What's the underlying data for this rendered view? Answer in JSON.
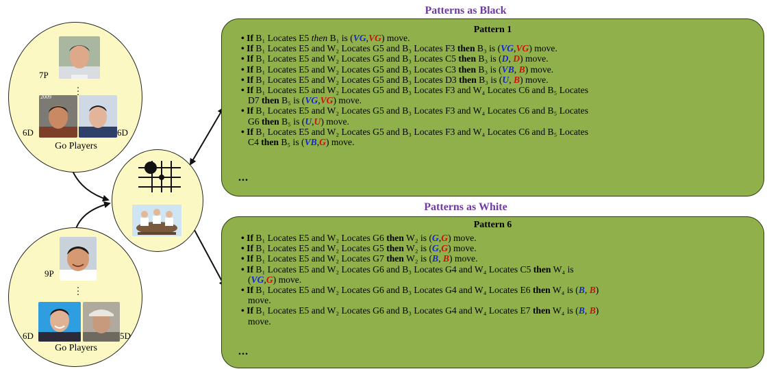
{
  "black": {
    "section_title": "Patterns as Black",
    "pattern_title": "Pattern 1",
    "ellipsis": "...",
    "rules": [
      {
        "lines": [
          [
            [
              "b",
              "•"
            ],
            [
              "k",
              " If"
            ],
            [
              "t",
              " B₁ Locates E5 "
            ],
            [
              "i",
              "then"
            ],
            [
              "t",
              " B₁ is ("
            ],
            [
              "bl",
              "VG"
            ],
            [
              "t",
              ","
            ],
            [
              "rd",
              "VG"
            ],
            [
              "t",
              ") move."
            ]
          ]
        ]
      },
      {
        "lines": [
          [
            [
              "b",
              "•"
            ],
            [
              "k",
              " If"
            ],
            [
              "t",
              " B₁ Locates E5 and W₂ Locates G5 and B₃ Locates F3 "
            ],
            [
              "k",
              "then"
            ],
            [
              "t",
              " B₃ is ("
            ],
            [
              "bl",
              "VG"
            ],
            [
              "t",
              ","
            ],
            [
              "rd",
              "VG"
            ],
            [
              "t",
              ") move."
            ]
          ]
        ]
      },
      {
        "lines": [
          [
            [
              "b",
              "•"
            ],
            [
              "k",
              " If"
            ],
            [
              "t",
              " B₁ Locates E5 and W₂ Locates G5 and B₃ Locates C5 "
            ],
            [
              "k",
              "then"
            ],
            [
              "t",
              " B₃ is ("
            ],
            [
              "bl",
              "D"
            ],
            [
              "t",
              ", "
            ],
            [
              "rd",
              "D"
            ],
            [
              "t",
              ") move."
            ]
          ]
        ]
      },
      {
        "lines": [
          [
            [
              "b",
              "•"
            ],
            [
              "k",
              " If"
            ],
            [
              "t",
              " B₁ Locates E5 and W₂ Locates G5 and B₃ Locates C3 "
            ],
            [
              "k",
              "then"
            ],
            [
              "t",
              " B₃ is ("
            ],
            [
              "bl",
              "VB"
            ],
            [
              "t",
              ", "
            ],
            [
              "rd",
              "B"
            ],
            [
              "t",
              ") move."
            ]
          ]
        ]
      },
      {
        "lines": [
          [
            [
              "b",
              "•"
            ],
            [
              "k",
              " If"
            ],
            [
              "t",
              " B₁ Locates E5 and W₂ Locates G5 and B₃ Locates D3 "
            ],
            [
              "k",
              "then"
            ],
            [
              "t",
              " B₃ is ("
            ],
            [
              "bl",
              "U"
            ],
            [
              "t",
              ", "
            ],
            [
              "rd",
              "B"
            ],
            [
              "t",
              ") move."
            ]
          ]
        ]
      },
      {
        "lines": [
          [
            [
              "b",
              "•"
            ],
            [
              "k",
              " If"
            ],
            [
              "t",
              " B₁ Locates E5 and W₂ Locates G5 and B₃ Locates F3 and W₄ Locates C6 and B₅ Locates"
            ]
          ],
          [
            [
              "t",
              "D7 "
            ],
            [
              "k",
              "then"
            ],
            [
              "t",
              " B₅ is ("
            ],
            [
              "bl",
              "VG"
            ],
            [
              "t",
              ","
            ],
            [
              "rd",
              "VG"
            ],
            [
              "t",
              ") move."
            ]
          ]
        ]
      },
      {
        "lines": [
          [
            [
              "b",
              "•"
            ],
            [
              "k",
              " If"
            ],
            [
              "t",
              " B₁ Locates E5 and W₂ Locates G5 and B₃ Locates F3 and W₄ Locates C6 and B₅ Locates"
            ]
          ],
          [
            [
              "t",
              "G6 "
            ],
            [
              "k",
              "then"
            ],
            [
              "t",
              " B₅ is ("
            ],
            [
              "bl",
              "U"
            ],
            [
              "t",
              ","
            ],
            [
              "rd",
              "U"
            ],
            [
              "t",
              ") move."
            ]
          ]
        ]
      },
      {
        "lines": [
          [
            [
              "b",
              "•"
            ],
            [
              "k",
              " If"
            ],
            [
              "t",
              " B₁ Locates E5 and W₂ Locates G5 and B₃ Locates F3 and W₄ Locates C6 and B₅ Locates"
            ]
          ],
          [
            [
              "t",
              "C4 "
            ],
            [
              "k",
              "then"
            ],
            [
              "t",
              " B₅ is ("
            ],
            [
              "bl",
              "VB"
            ],
            [
              "t",
              ","
            ],
            [
              "rd",
              "G"
            ],
            [
              "t",
              ") move."
            ]
          ]
        ]
      }
    ]
  },
  "white": {
    "section_title": "Patterns as White",
    "pattern_title": "Pattern 6",
    "ellipsis": "...",
    "rules": [
      {
        "lines": [
          [
            [
              "b",
              "•"
            ],
            [
              "k",
              " If"
            ],
            [
              "t",
              " B₁ Locates E5 and W₂ Locates G6 "
            ],
            [
              "k",
              "then"
            ],
            [
              "t",
              " W₂ is ("
            ],
            [
              "bl",
              "G"
            ],
            [
              "t",
              ","
            ],
            [
              "rd",
              "G"
            ],
            [
              "t",
              ") move."
            ]
          ]
        ]
      },
      {
        "lines": [
          [
            [
              "b",
              "•"
            ],
            [
              "k",
              " If"
            ],
            [
              "t",
              " B₁ Locates E5 and W₂ Locates G5 "
            ],
            [
              "k",
              "then"
            ],
            [
              "t",
              " W₂ is ("
            ],
            [
              "bl",
              "G"
            ],
            [
              "t",
              ","
            ],
            [
              "rd",
              "G"
            ],
            [
              "t",
              ") move."
            ]
          ]
        ]
      },
      {
        "lines": [
          [
            [
              "b",
              "•"
            ],
            [
              "k",
              " If"
            ],
            [
              "t",
              " B₁ Locates E5 and W₂ Locates G7 "
            ],
            [
              "k",
              "then"
            ],
            [
              "t",
              " W₂ is ("
            ],
            [
              "bl",
              "B"
            ],
            [
              "t",
              ", "
            ],
            [
              "rd",
              "B"
            ],
            [
              "t",
              ") move."
            ]
          ]
        ]
      },
      {
        "lines": [
          [
            [
              "b",
              "•"
            ],
            [
              "k",
              " If"
            ],
            [
              "t",
              " B₁ Locates E5 and W₂ Locates G6 and B₃ Locates G4 and W₄ Locates C5 "
            ],
            [
              "k",
              "then"
            ],
            [
              "t",
              " W₄ is"
            ]
          ],
          [
            [
              "t",
              "("
            ],
            [
              "bl",
              "VG"
            ],
            [
              "t",
              ","
            ],
            [
              "rd",
              "G"
            ],
            [
              "t",
              ") move."
            ]
          ]
        ]
      },
      {
        "lines": [
          [
            [
              "b",
              "•"
            ],
            [
              "k",
              " If"
            ],
            [
              "t",
              " B₁ Locates E5 and W₂ Locates G6 and B₃ Locates G4 and W₄ Locates E6 "
            ],
            [
              "k",
              "then"
            ],
            [
              "t",
              " W₄ is ("
            ],
            [
              "bl",
              "B"
            ],
            [
              "t",
              ", "
            ],
            [
              "rd",
              "B"
            ],
            [
              "t",
              ")"
            ]
          ],
          [
            [
              "t",
              "move."
            ]
          ]
        ]
      },
      {
        "lines": [
          [
            [
              "b",
              "•"
            ],
            [
              "k",
              " If"
            ],
            [
              "t",
              " B₁ Locates E5 and W₂ Locates G6 and B₃ Locates G4 and W₄ Locates E7 "
            ],
            [
              "k",
              "then"
            ],
            [
              "t",
              " W₄ is ("
            ],
            [
              "bl",
              "B"
            ],
            [
              "t",
              ", "
            ],
            [
              "rd",
              "B"
            ],
            [
              "t",
              ")"
            ]
          ],
          [
            [
              "t",
              "move."
            ]
          ]
        ]
      }
    ]
  },
  "players_top": {
    "rank_top": "7P",
    "rank_left": "6D",
    "rank_right": "6D",
    "label": "Go Players",
    "photo_year": "2009"
  },
  "players_bottom": {
    "rank_top": "9P",
    "rank_left": "6D",
    "rank_right": "5D",
    "label": "Go Players"
  },
  "colors": {
    "panel": "#8fb04a",
    "section_title": "#6f3aa6",
    "circle_fill": "#fbf8c4",
    "blue_term": "#1427d2",
    "red_term": "#d01010"
  },
  "icons": [
    "go-board-icon",
    "meeting-table-icon"
  ]
}
